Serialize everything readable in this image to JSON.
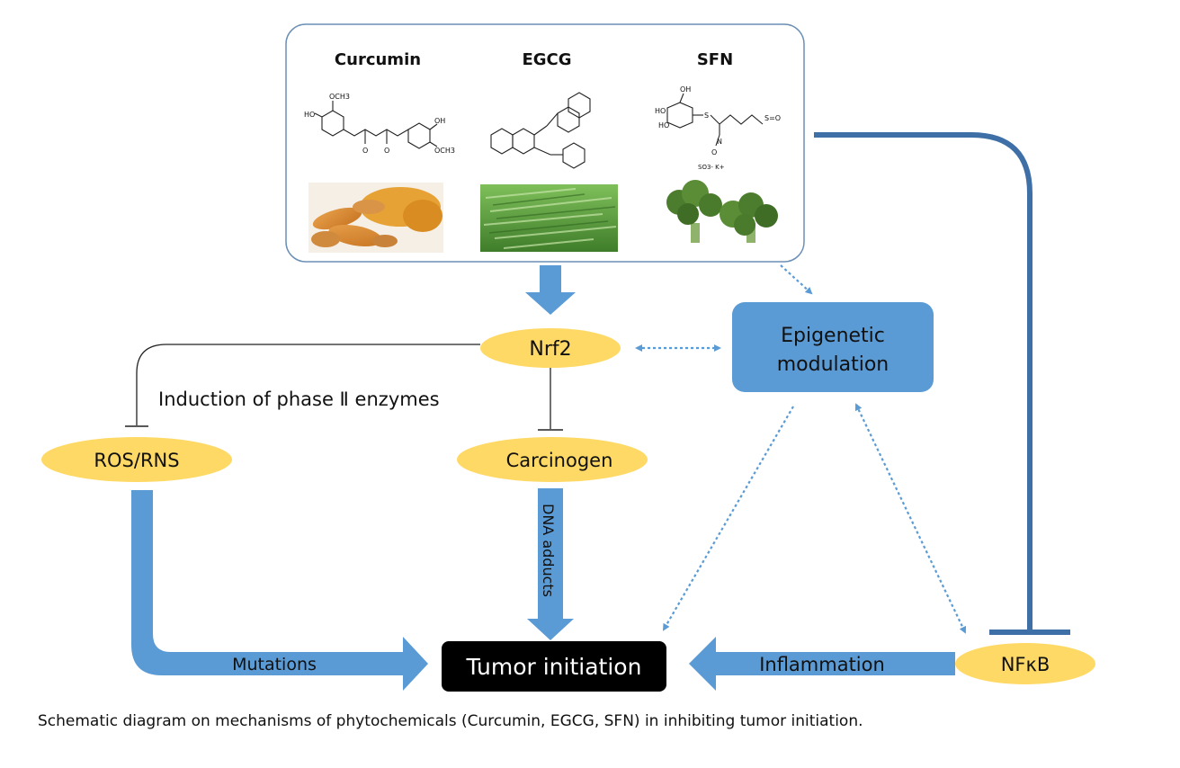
{
  "compounds": [
    {
      "name": "Curcumin",
      "food_image": "turmeric-root",
      "structure": "curcumin-structure"
    },
    {
      "name": "EGCG",
      "food_image": "green-tea-leaves",
      "structure": "egcg-structure"
    },
    {
      "name": "SFN",
      "food_image": "broccoli",
      "structure": "sfn-structure"
    }
  ],
  "structure_labels": {
    "curcumin_och3_top": "OCH3",
    "curcumin_ho": "HO",
    "curcumin_oh": "OH",
    "curcumin_och3_right": "OCH3",
    "curcumin_o1": "O",
    "curcumin_o2": "O",
    "sfn_oh": "OH",
    "sfn_ho1": "HO",
    "sfn_ho2": "HO",
    "sfn_s": "S",
    "sfn_n": "N",
    "sfn_o": "O",
    "sfn_so3": "SO3- K+",
    "sfn_sulfoxide": "S=O"
  },
  "nodes": {
    "nrf2": "Nrf2",
    "epigenetic_line1": "Epigenetic",
    "epigenetic_line2": "modulation",
    "ros": "ROS/RNS",
    "carcinogen": "Carcinogen",
    "tumor": "Tumor initiation",
    "nfkb": "NFκB"
  },
  "edge_labels": {
    "phase2": "Induction of phase Ⅱ enzymes",
    "dna_adducts": "DNA adducts",
    "mutations": "Mutations",
    "inflammation": "Inflammation"
  },
  "caption": "Schematic diagram on mechanisms of phytochemicals (Curcumin, EGCG, SFN) in inhibiting tumor initiation.",
  "colors": {
    "arrow_blue": "#5b9bd5",
    "node_yellow": "#ffd966",
    "epigenetic_fill": "#5b9bd5",
    "tumor_fill": "#000000",
    "box_border": "#6b8fb5"
  }
}
